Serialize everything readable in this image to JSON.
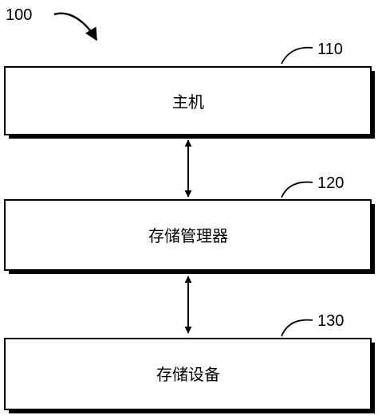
{
  "figure": {
    "ref_numeral": "100"
  },
  "blocks": [
    {
      "id": "host",
      "ref": "110",
      "label": "主机"
    },
    {
      "id": "storage-manager",
      "ref": "120",
      "label": "存储管理器"
    },
    {
      "id": "storage-device",
      "ref": "130",
      "label": "存储设备"
    }
  ],
  "connections": [
    {
      "from": "host",
      "to": "storage-manager",
      "style": "double-arrow"
    },
    {
      "from": "storage-manager",
      "to": "storage-device",
      "style": "double-arrow"
    }
  ]
}
